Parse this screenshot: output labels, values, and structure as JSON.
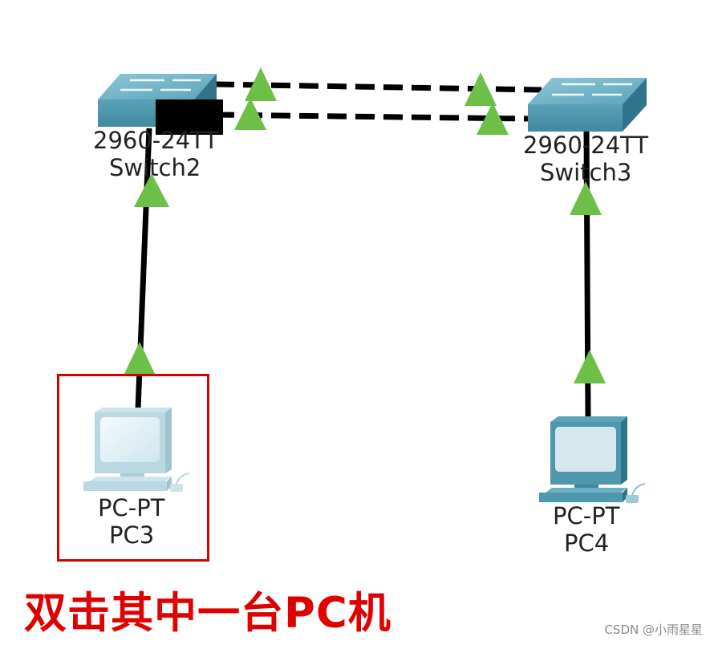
{
  "devices": {
    "switch2": {
      "model": "2960-24TT",
      "name": "Switch2"
    },
    "switch3": {
      "model": "2960-24TT",
      "name": "Switch3"
    },
    "pc3": {
      "model": "PC-PT",
      "name": "PC3"
    },
    "pc4": {
      "model": "PC-PT",
      "name": "PC4"
    }
  },
  "caption": "双击其中一台PC机",
  "watermark": "CSDN @小雨星星",
  "colors": {
    "link_up": "#6cbf47",
    "cable": "#000000",
    "switch_body": "#4f97ad",
    "highlight": "#d40000",
    "caption": "#e00000"
  }
}
